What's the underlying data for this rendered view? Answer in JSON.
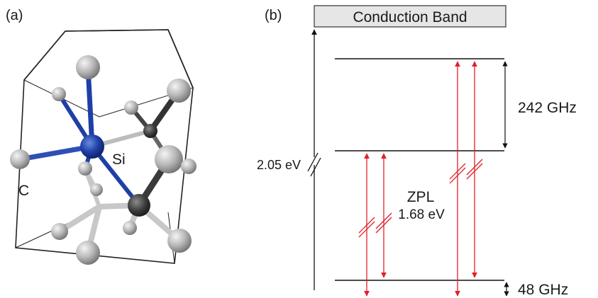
{
  "panel_a": {
    "label": "(a)",
    "atom_labels": {
      "si": "Si",
      "c": "C"
    },
    "colors": {
      "silicon": "#1e3fa6",
      "carbon": "#b3b3b3",
      "bond": "#c8c8c8",
      "vacancy": "#3a3a3a"
    }
  },
  "panel_b": {
    "label": "(b)",
    "conduction_band": "Conduction Band",
    "energy_gap": "2.05 eV",
    "upper_splitting": "242 GHz",
    "lower_splitting": "48 GHz",
    "zpl_label": "ZPL",
    "zpl_energy": "1.68 eV",
    "colors": {
      "transition": "#e0202a",
      "level": "#111111",
      "band_fill": "#e6e6e6"
    }
  }
}
